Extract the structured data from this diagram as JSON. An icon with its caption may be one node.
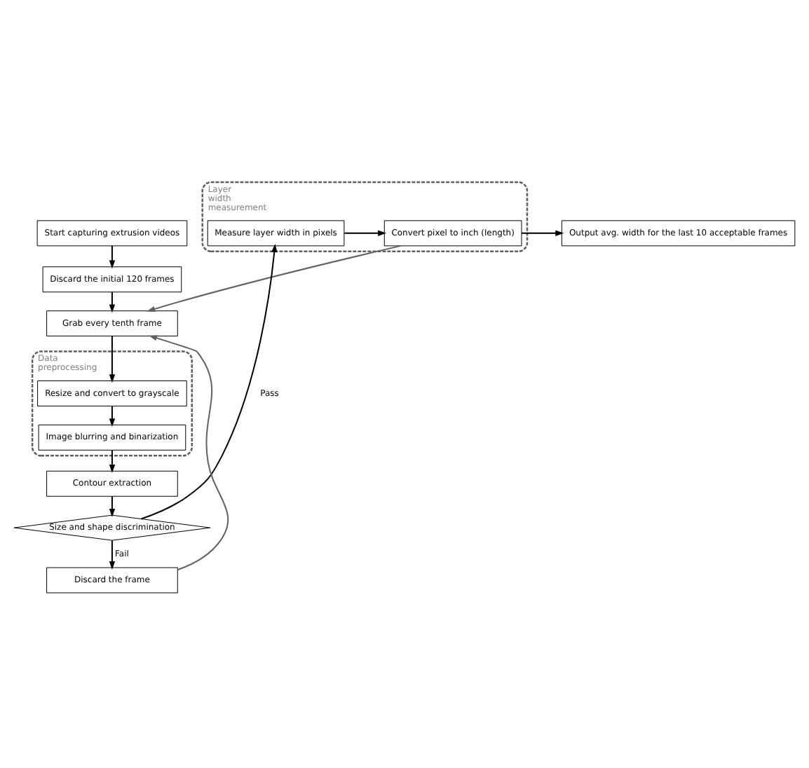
{
  "diagram": {
    "nodes": [
      {
        "text": [
          "Start capturing extrusion videos"
        ]
      },
      {
        "text": [
          "Discard the initial 120 frames"
        ]
      },
      {
        "text": [
          "Grab every tenth frame"
        ]
      },
      {
        "text": [
          "Output avg. width for the last 10 acceptable frames"
        ]
      },
      {
        "text": [
          "Data preprocessing"
        ]
      },
      {
        "text": [
          "Resize and convert to grayscale"
        ],
        "in": 4
      },
      {
        "text": [
          "Image blurring and binarization"
        ],
        "in": 4
      },
      {
        "text": [
          "Layer width measurement"
        ]
      },
      {
        "text": [
          "Convert pixel to inch (length)"
        ],
        "in": 7
      },
      {
        "text": [
          "Measure layer width in pixels"
        ],
        "in": 7
      },
      {
        "text": [
          "Contour extraction"
        ]
      },
      {
        "text": [
          "Size and shape discrimination"
        ]
      },
      {
        "text": [
          "Discard the frame"
        ]
      }
    ],
    "edges": [
      {
        "from": 0,
        "to": 1,
        "arrow": "to"
      },
      {
        "from": 1,
        "to": 2,
        "arrow": "to"
      },
      {
        "from": 2,
        "to": 5,
        "arrow": "to"
      },
      {
        "from": 5,
        "to": 6,
        "arrow": "to"
      },
      {
        "from": 6,
        "to": 10,
        "arrow": "to"
      },
      {
        "from": 10,
        "to": 11,
        "arrow": "to"
      },
      {
        "from": 11,
        "to": 9,
        "arrow": "to",
        "label": "Pass"
      },
      {
        "from": 9,
        "to": 8,
        "arrow": "to"
      },
      {
        "from": 8,
        "to": 3,
        "arrow": "to"
      },
      {
        "from": 8,
        "to": 2,
        "arrow": "to",
        "color": "#606060"
      },
      {
        "from": 11,
        "to": 12,
        "arrow": "to",
        "label": "Fail"
      },
      {
        "from": 12,
        "to": 2,
        "arrow": "to",
        "color": "#606060"
      }
    ]
  }
}
